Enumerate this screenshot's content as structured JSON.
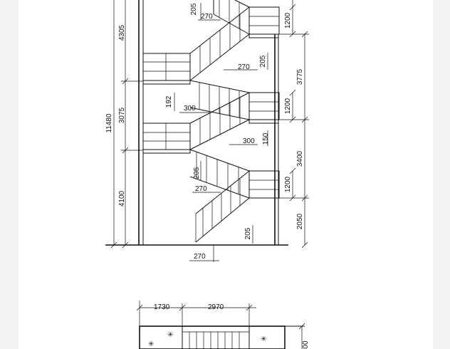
{
  "elevation": {
    "overall_height": "11480",
    "segments_left": [
      "4305",
      "3075",
      "4100"
    ],
    "segments_right": [
      "3775",
      "3400",
      "2050"
    ],
    "rail_heights": [
      "1200",
      "1200",
      "1200"
    ],
    "treads": [
      "270",
      "270",
      "300",
      "300",
      "270",
      "270"
    ],
    "risers": [
      "205",
      "205",
      "192",
      "150",
      "205",
      "205"
    ]
  },
  "plan": {
    "widths": [
      "1730",
      "2970"
    ],
    "side_dim": "00"
  }
}
